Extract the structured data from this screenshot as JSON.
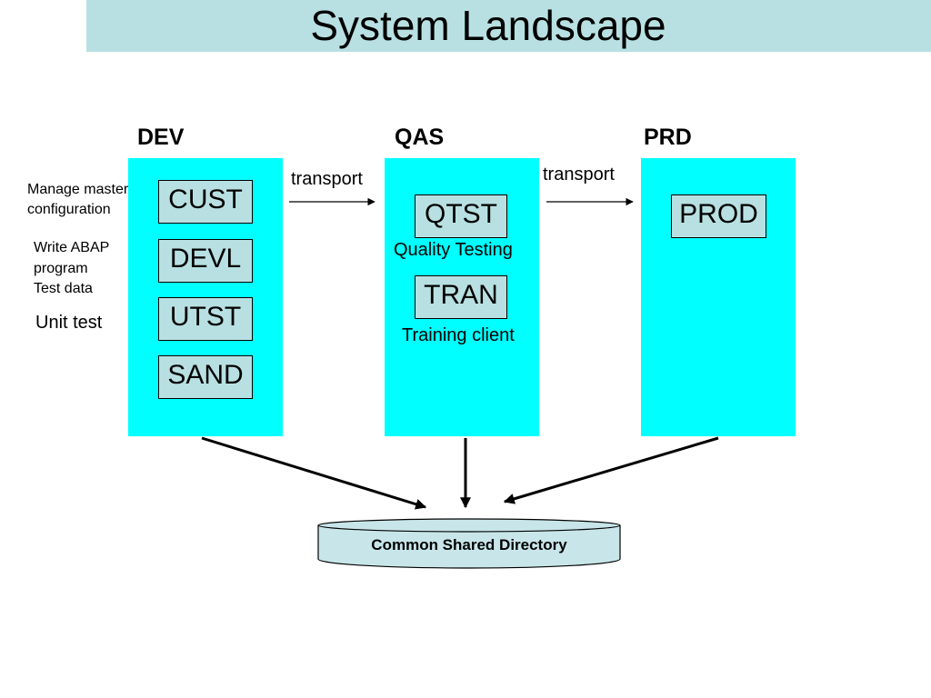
{
  "title": "System Landscape",
  "environments": [
    {
      "label": "DEV",
      "clients": [
        "CUST",
        "DEVL",
        "UTST",
        "SAND"
      ]
    },
    {
      "label": "QAS",
      "clients": [
        "QTST",
        "TRAN"
      ]
    },
    {
      "label": "PRD",
      "clients": [
        "PROD"
      ]
    }
  ],
  "dev_notes": {
    "cust": [
      "Manage master",
      "configuration"
    ],
    "devl": [
      "Write ABAP",
      "program",
      "Test data"
    ],
    "utst": "Unit test"
  },
  "qas_notes": {
    "qtst": "Quality Testing",
    "tran": "Training client"
  },
  "transports": [
    "transport",
    "transport"
  ],
  "shared_directory": "Common Shared Directory",
  "colors": {
    "title_bg": "#b8e0e2",
    "column_bg": "#00ffff",
    "client_bg": "#b8e0e2",
    "cylinder_bg": "#c8e6ea"
  }
}
